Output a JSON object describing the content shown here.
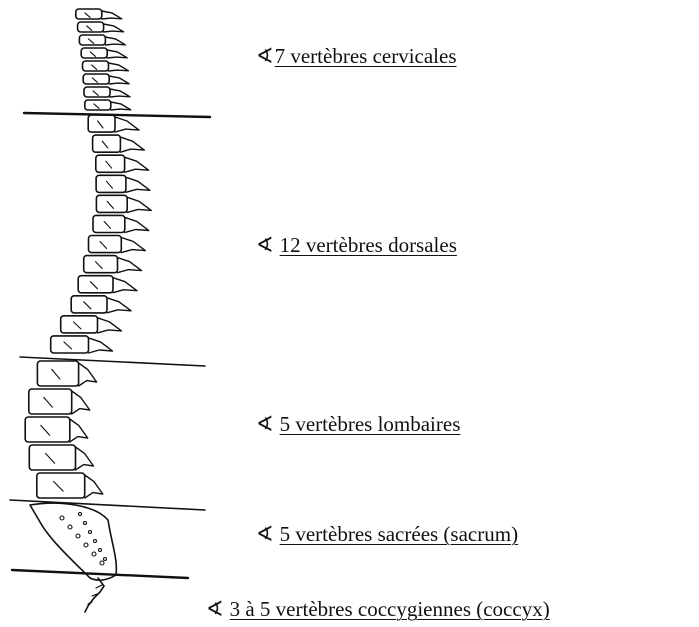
{
  "colors": {
    "ink": "#111111",
    "background": "#ffffff"
  },
  "chevron_glyph": "∢",
  "regions": [
    {
      "id": "cervical",
      "label": "7 vertèbres cervicales"
    },
    {
      "id": "dorsal",
      "label": "12 vertèbres dorsales"
    },
    {
      "id": "lumbar",
      "label": "5 vertèbres lombaires"
    },
    {
      "id": "sacral",
      "label": "5 vertèbres sacrées (sacrum)"
    },
    {
      "id": "coccyx",
      "label": "3 à 5 vertèbres coccygiennes (coccyx)"
    }
  ]
}
